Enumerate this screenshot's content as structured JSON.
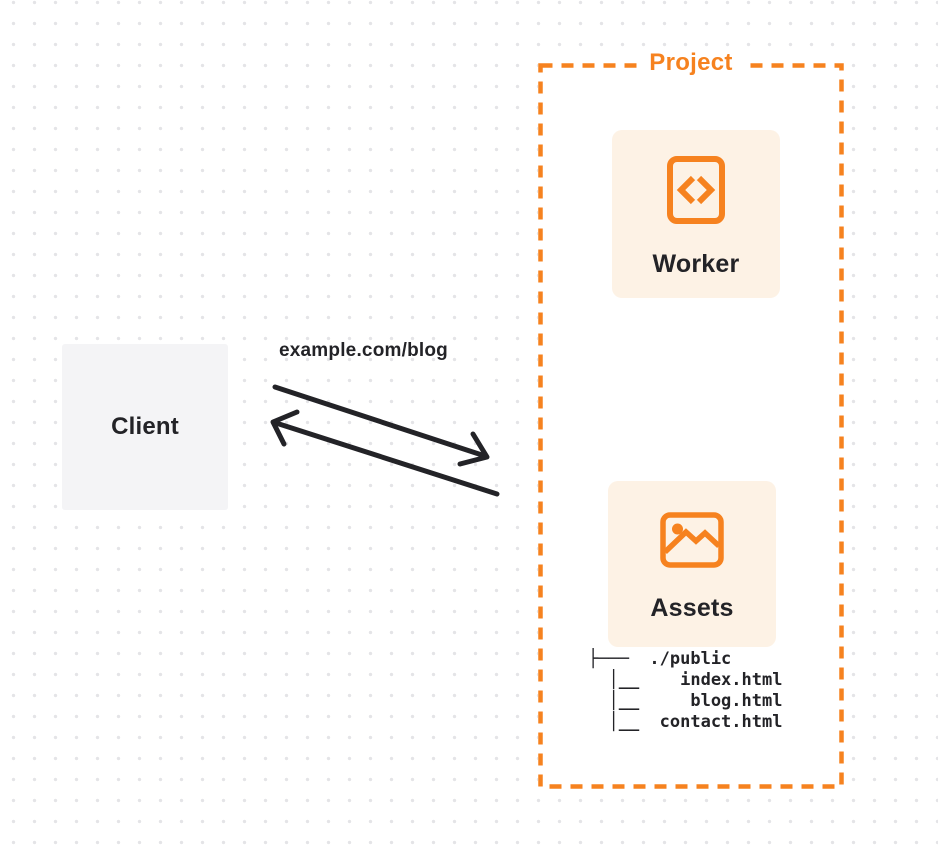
{
  "colors": {
    "orange": "#F6821F",
    "ink": "#232327",
    "card-bg": "#FDF2E5",
    "client-bg": "#F4F4F6",
    "dot": "#E4E4E7",
    "canvas-bg": "#FFFFFF"
  },
  "client": {
    "label": "Client"
  },
  "request": {
    "url_label": "example.com/blog"
  },
  "project": {
    "label": "Project",
    "worker": {
      "label": "Worker",
      "icon": "code-file-icon"
    },
    "assets": {
      "label": "Assets",
      "icon": "image-icon",
      "file_tree": "├───  ./public\n  │__    index.html\n  │__     blog.html\n  │__  contact.html"
    }
  }
}
